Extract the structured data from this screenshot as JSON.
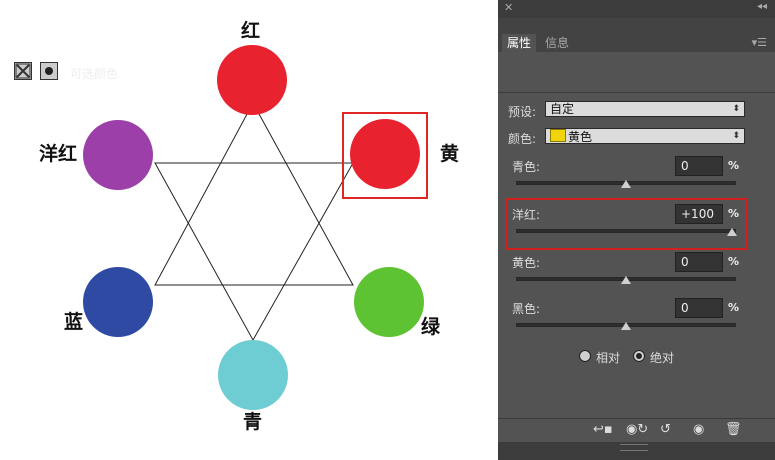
{
  "diagram": {
    "labels": {
      "red": "红",
      "yellow": "黄",
      "green": "绿",
      "cyan": "青",
      "blue": "蓝",
      "magenta": "洋红"
    },
    "colors": {
      "red": "#e8222f",
      "yellow_slot": "#e8222f",
      "green": "#5ec332",
      "cyan": "#6dcdd2",
      "blue": "#2f4aa3",
      "magenta": "#9c3fa8",
      "highlight": "#e02525"
    }
  },
  "panel": {
    "tabs": [
      "属性",
      "信息"
    ],
    "header_title": "可选颜色",
    "preset": {
      "label": "预设:",
      "value": "自定"
    },
    "colors": {
      "label": "颜色:",
      "value": "黄色",
      "swatch": "#f2d40d"
    },
    "sliders": [
      {
        "label": "青色:",
        "value": "0",
        "unit": "%",
        "level": 0
      },
      {
        "label": "洋红:",
        "value": "+100",
        "unit": "%",
        "level": 100
      },
      {
        "label": "黄色:",
        "value": "0",
        "unit": "%",
        "level": 0
      },
      {
        "label": "黑色:",
        "value": "0",
        "unit": "%",
        "level": 0
      }
    ],
    "method": {
      "relative": "相对",
      "absolute": "绝对",
      "selected": "absolute"
    },
    "bottom_icons": [
      "clip-to-layer-icon",
      "view-previous-icon",
      "reset-icon",
      "visibility-icon",
      "trash-icon"
    ]
  }
}
